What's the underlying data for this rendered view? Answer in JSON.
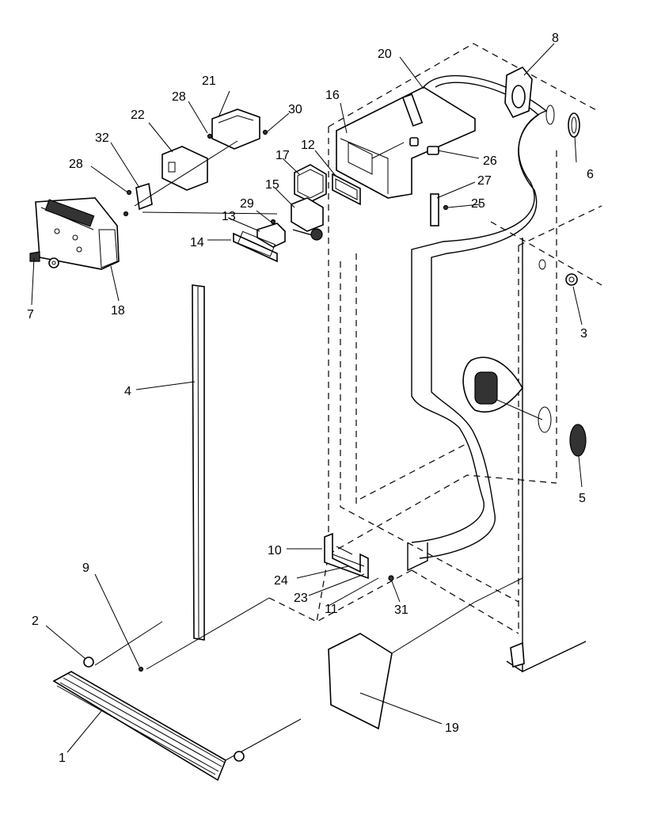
{
  "callouts": {
    "c1": "1",
    "c2": "2",
    "c3": "3",
    "c4": "4",
    "c5": "5",
    "c6": "6",
    "c7": "7",
    "c8": "8",
    "c9": "9",
    "c10": "10",
    "c11": "11",
    "c12": "12",
    "c13": "13",
    "c14": "14",
    "c15": "15",
    "c16": "16",
    "c17": "17",
    "c18": "18",
    "c19": "19",
    "c20": "20",
    "c21": "21",
    "c22": "22",
    "c23": "23",
    "c24": "24",
    "c25": "25",
    "c26": "26",
    "c27": "27",
    "c28a": "28",
    "c28b": "28",
    "c29": "29",
    "c30": "30",
    "c31": "31",
    "c32": "32"
  }
}
